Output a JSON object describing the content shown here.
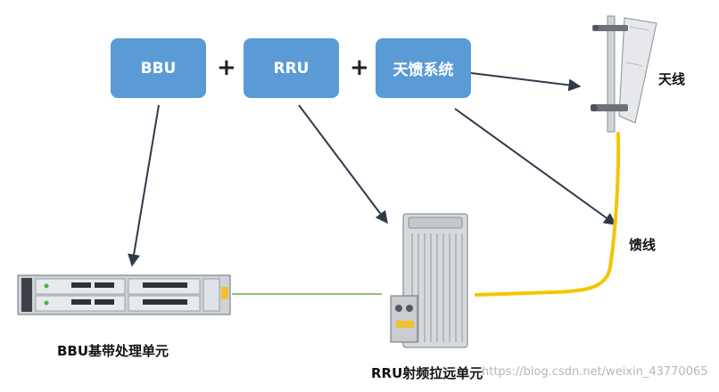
{
  "boxes": {
    "bbu": "BBU",
    "rru": "RRU",
    "antenna_feeder": "天馈系统"
  },
  "plus_symbol": "+",
  "labels": {
    "antenna": "天线",
    "feeder": "馈线",
    "bbu_unit": "BBU基带处理单元",
    "rru_unit": "RRU射频拉远单元"
  },
  "watermark": "https://blog.csdn.net/weixin_43770065",
  "colors": {
    "box_fill": "#5b9bd5",
    "feeder_cable": "#f5c400",
    "link_line": "#6aa84f",
    "arrow": "#2f3b4a"
  }
}
